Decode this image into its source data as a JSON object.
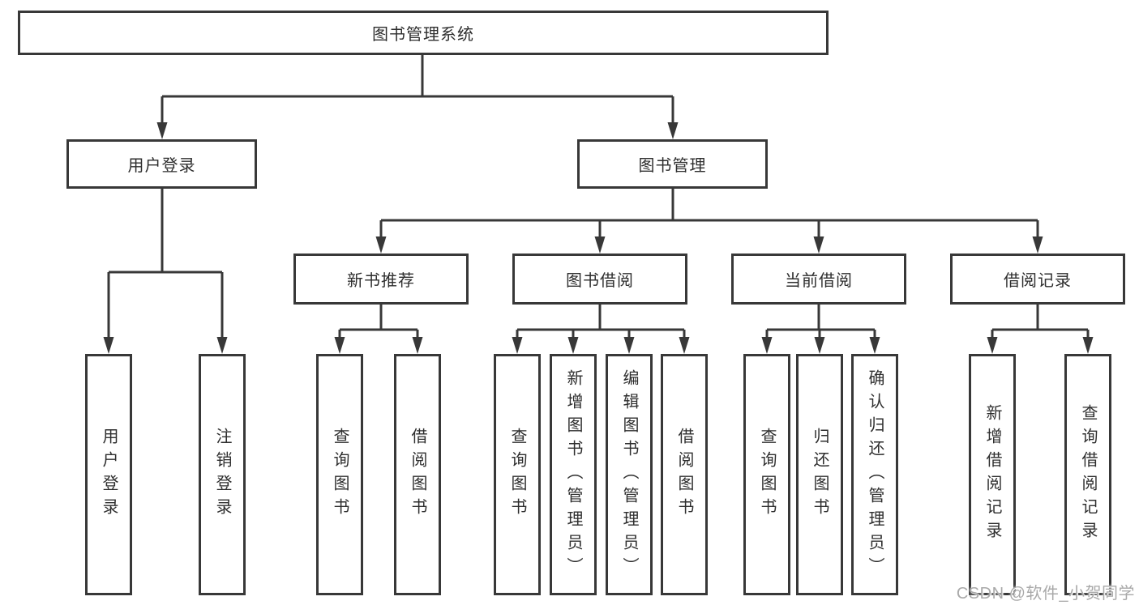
{
  "nodes": {
    "root": "图书管理系统",
    "user_login": "用户登录",
    "book_management": "图书管理",
    "new_book_recommend": "新书推荐",
    "book_borrowing": "图书借阅",
    "current_borrowing": "当前借阅",
    "borrowing_records": "借阅记录",
    "user_login_children": [
      "用户登录",
      "注销登录"
    ],
    "new_book_recommend_children": [
      "查询图书",
      "借阅图书"
    ],
    "book_borrowing_children": [
      "查询图书",
      "新增图书（管理员）",
      "编辑图书（管理员）",
      "借阅图书"
    ],
    "current_borrowing_children": [
      "查询图书",
      "归还图书",
      "确认归还（管理员）"
    ],
    "borrowing_records_children": [
      "新增借阅记录",
      "查询借阅记录"
    ]
  },
  "watermark": "CSDN @软件_小贺同学",
  "colors": {
    "line": "#383838",
    "text": "#2e2e2e",
    "box_background": "#ffffff",
    "page_background": "#ffffff",
    "watermark": "#a9a9a9"
  }
}
